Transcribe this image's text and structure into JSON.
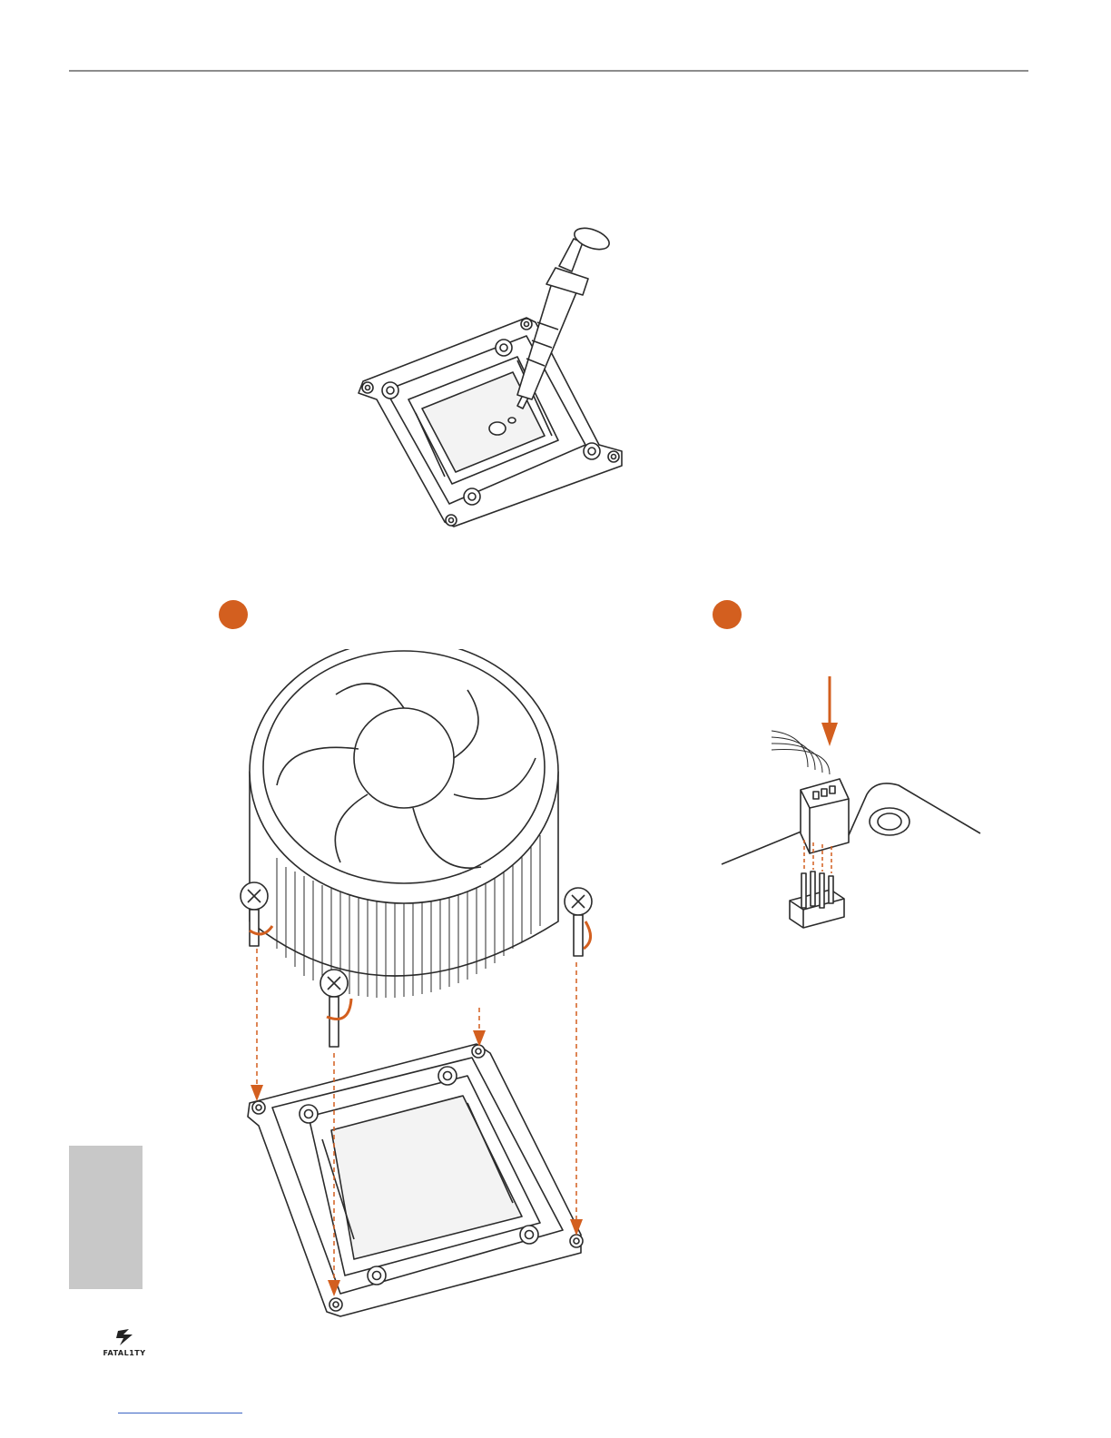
{
  "page": {
    "brand_logo_text": "FATAL1TY"
  },
  "figures": [
    {
      "id": "apply-thermal-paste",
      "icon": "thermal-paste-syringe-on-socket"
    },
    {
      "id": "install-cooler",
      "icon": "cpu-cooler-install-on-socket"
    },
    {
      "id": "connect-fan-cable",
      "icon": "fan-cable-to-header"
    }
  ],
  "colors": {
    "accent": "#d35f1f",
    "line": "#2b2b2b",
    "side_tab": "#c8c8c8",
    "rule": "#8c8c8c"
  }
}
